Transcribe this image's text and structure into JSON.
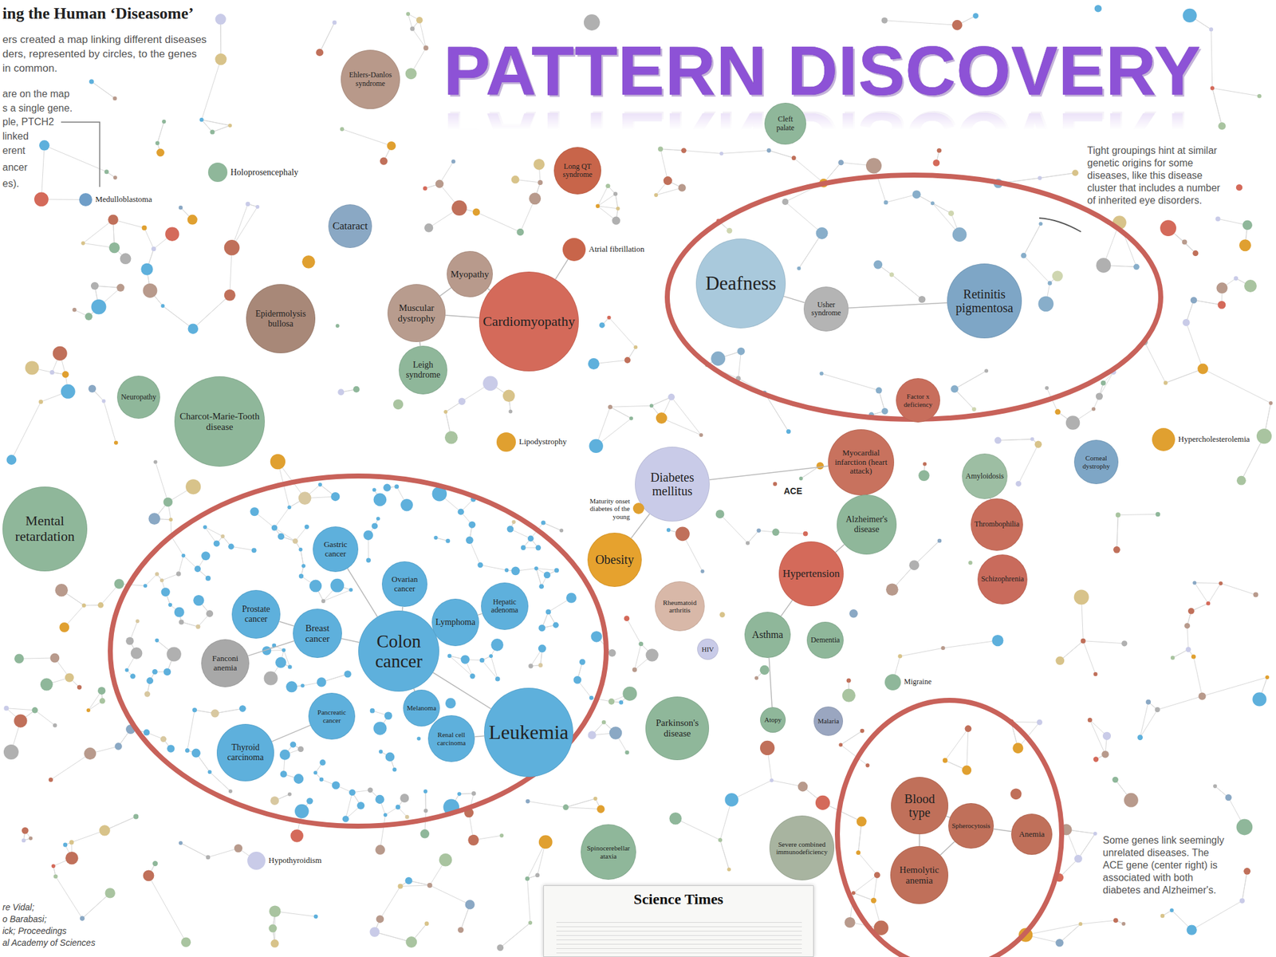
{
  "diagram": {
    "title": "PATTERN DISCOVERY",
    "nodes": [
      {
        "text": [
          "Ehlers-Danlos syndrome"
        ]
      },
      {
        "text": [
          "Cleft palate"
        ]
      },
      {
        "text": [
          "Long QT syndrome"
        ]
      },
      {
        "text": [
          "Holoprosencephaly"
        ]
      },
      {
        "text": [
          "Medulloblastoma"
        ]
      },
      {
        "text": [
          "Cataract"
        ]
      },
      {
        "text": [
          "Atrial fibrillation"
        ]
      },
      {
        "text": [
          "Myopathy"
        ]
      },
      {
        "text": [
          "Deafness"
        ]
      },
      {
        "text": [
          "Retinitis pigmentosa"
        ]
      },
      {
        "text": [
          "Usher syndrome"
        ]
      },
      {
        "text": [
          "Muscular dystrophy"
        ]
      },
      {
        "text": [
          "Epidermolysis bullosa"
        ]
      },
      {
        "text": [
          "Cardiomyopathy"
        ]
      },
      {
        "text": [
          "Leigh syndrome"
        ]
      },
      {
        "text": [
          "Neuropathy"
        ]
      },
      {
        "text": [
          "Factor x deficiency"
        ]
      },
      {
        "text": [
          "Charcot-Marie-Tooth disease"
        ]
      },
      {
        "text": [
          "Hypercholesterolemia"
        ]
      },
      {
        "text": [
          "Lipodystrophy"
        ]
      },
      {
        "text": [
          "Myocardial infarction (heart attack)"
        ]
      },
      {
        "text": [
          "Corneal dystrophy"
        ]
      },
      {
        "text": [
          "Amyloidosis"
        ]
      },
      {
        "text": [
          "Diabetes mellitus"
        ]
      },
      {
        "text": [
          "Maturity onset diabetes of the young"
        ]
      },
      {
        "text": [
          "Thrombophilia"
        ]
      },
      {
        "text": [
          "Alzheimer's disease"
        ]
      },
      {
        "text": [
          "Mental retardation"
        ]
      },
      {
        "text": [
          "Gastric cancer"
        ]
      },
      {
        "text": [
          "Obesity"
        ]
      },
      {
        "text": [
          "Hypertension"
        ]
      },
      {
        "text": [
          "Schizophrenia"
        ]
      },
      {
        "text": [
          "Ovarian cancer"
        ]
      },
      {
        "text": [
          "Rheumatoid arthritis"
        ]
      },
      {
        "text": [
          "Hepatic adenoma"
        ]
      },
      {
        "text": [
          "Prostate cancer"
        ]
      },
      {
        "text": [
          "Lymphoma"
        ]
      },
      {
        "text": [
          "Breast cancer"
        ]
      },
      {
        "text": [
          "Asthma"
        ]
      },
      {
        "text": [
          "Dementia"
        ]
      },
      {
        "text": [
          "HIV"
        ]
      },
      {
        "text": [
          "Colon cancer"
        ]
      },
      {
        "text": [
          "Fanconi anemia"
        ]
      },
      {
        "text": [
          "Migraine"
        ]
      },
      {
        "text": [
          "Melanoma"
        ]
      },
      {
        "text": [
          "Pancreatic cancer"
        ]
      },
      {
        "text": [
          "Atopy"
        ]
      },
      {
        "text": [
          "Malaria"
        ]
      },
      {
        "text": [
          "Parkinson's disease"
        ]
      },
      {
        "text": [
          "Leukemia"
        ]
      },
      {
        "text": [
          "Renal cell carcinoma"
        ]
      },
      {
        "text": [
          "Thyroid carcinoma"
        ]
      },
      {
        "text": [
          "Blood type"
        ]
      },
      {
        "text": [
          "Spherocytosis"
        ]
      },
      {
        "text": [
          "Anemia"
        ]
      },
      {
        "text": [
          "Severe combined immunodeficiency"
        ]
      },
      {
        "text": [
          "Spinocerebellar ataxia"
        ]
      },
      {
        "text": [
          "Hypothyroidism"
        ]
      },
      {
        "text": [
          "Hemolytic anemia"
        ]
      },
      {
        "text": [
          "Science Times"
        ]
      }
    ],
    "edges": [
      {
        "from": 8,
        "to": 10,
        "arrow": "none"
      },
      {
        "from": 10,
        "to": 9,
        "arrow": "none"
      },
      {
        "from": 7,
        "to": 13,
        "arrow": "none"
      },
      {
        "from": 11,
        "to": 13,
        "arrow": "none"
      },
      {
        "from": 7,
        "to": 11,
        "arrow": "none"
      },
      {
        "from": 6,
        "to": 13,
        "arrow": "none"
      },
      {
        "from": 11,
        "to": 14,
        "arrow": "none"
      },
      {
        "from": 23,
        "to": 29,
        "arrow": "none"
      },
      {
        "from": 24,
        "to": 23,
        "arrow": "none"
      },
      {
        "from": 23,
        "to": 20,
        "arrow": "none"
      },
      {
        "from": 20,
        "to": 26,
        "arrow": "none"
      },
      {
        "from": 26,
        "to": 30,
        "arrow": "none"
      },
      {
        "from": 30,
        "to": 38,
        "arrow": "none"
      },
      {
        "from": 38,
        "to": 46,
        "arrow": "none"
      },
      {
        "from": 22,
        "to": 25,
        "arrow": "none"
      },
      {
        "from": 41,
        "to": 37,
        "arrow": "none"
      },
      {
        "from": 41,
        "to": 28,
        "arrow": "none"
      },
      {
        "from": 41,
        "to": 32,
        "arrow": "none"
      },
      {
        "from": 41,
        "to": 36,
        "arrow": "none"
      },
      {
        "from": 36,
        "to": 34,
        "arrow": "none"
      },
      {
        "from": 41,
        "to": 49,
        "arrow": "none"
      },
      {
        "from": 37,
        "to": 35,
        "arrow": "none"
      },
      {
        "from": 37,
        "to": 42,
        "arrow": "none"
      },
      {
        "from": 41,
        "to": 44,
        "arrow": "none"
      },
      {
        "from": 45,
        "to": 51,
        "arrow": "none"
      },
      {
        "from": 49,
        "to": 50,
        "arrow": "none"
      },
      {
        "from": 52,
        "to": 58,
        "arrow": "none"
      },
      {
        "from": 52,
        "to": 53,
        "arrow": "none"
      },
      {
        "from": 53,
        "to": 54,
        "arrow": "none"
      },
      {
        "from": 58,
        "to": 53,
        "arrow": "none"
      }
    ],
    "labels": [
      "ing the Human ‘Diseasome’",
      "ers created a map linking different diseases",
      "ders, represented by circles, to the genes",
      "in common.",
      "are on the map",
      "s a single gene.",
      "ple, PTCH2",
      "linked",
      "erent",
      "ancer",
      "es).",
      "Tight groupings hint at similar genetic origins for some diseases, like this disease cluster that includes a number of inherited eye disorders.",
      "ACE",
      "Some genes link seemingly unrelated diseases. The ACE gene (center right) is associated with both diabetes and Alzheimer's.",
      "re Vidal;",
      "o Barabasi;",
      "ick; Proceedings",
      "al Academy of Sciences"
    ]
  }
}
